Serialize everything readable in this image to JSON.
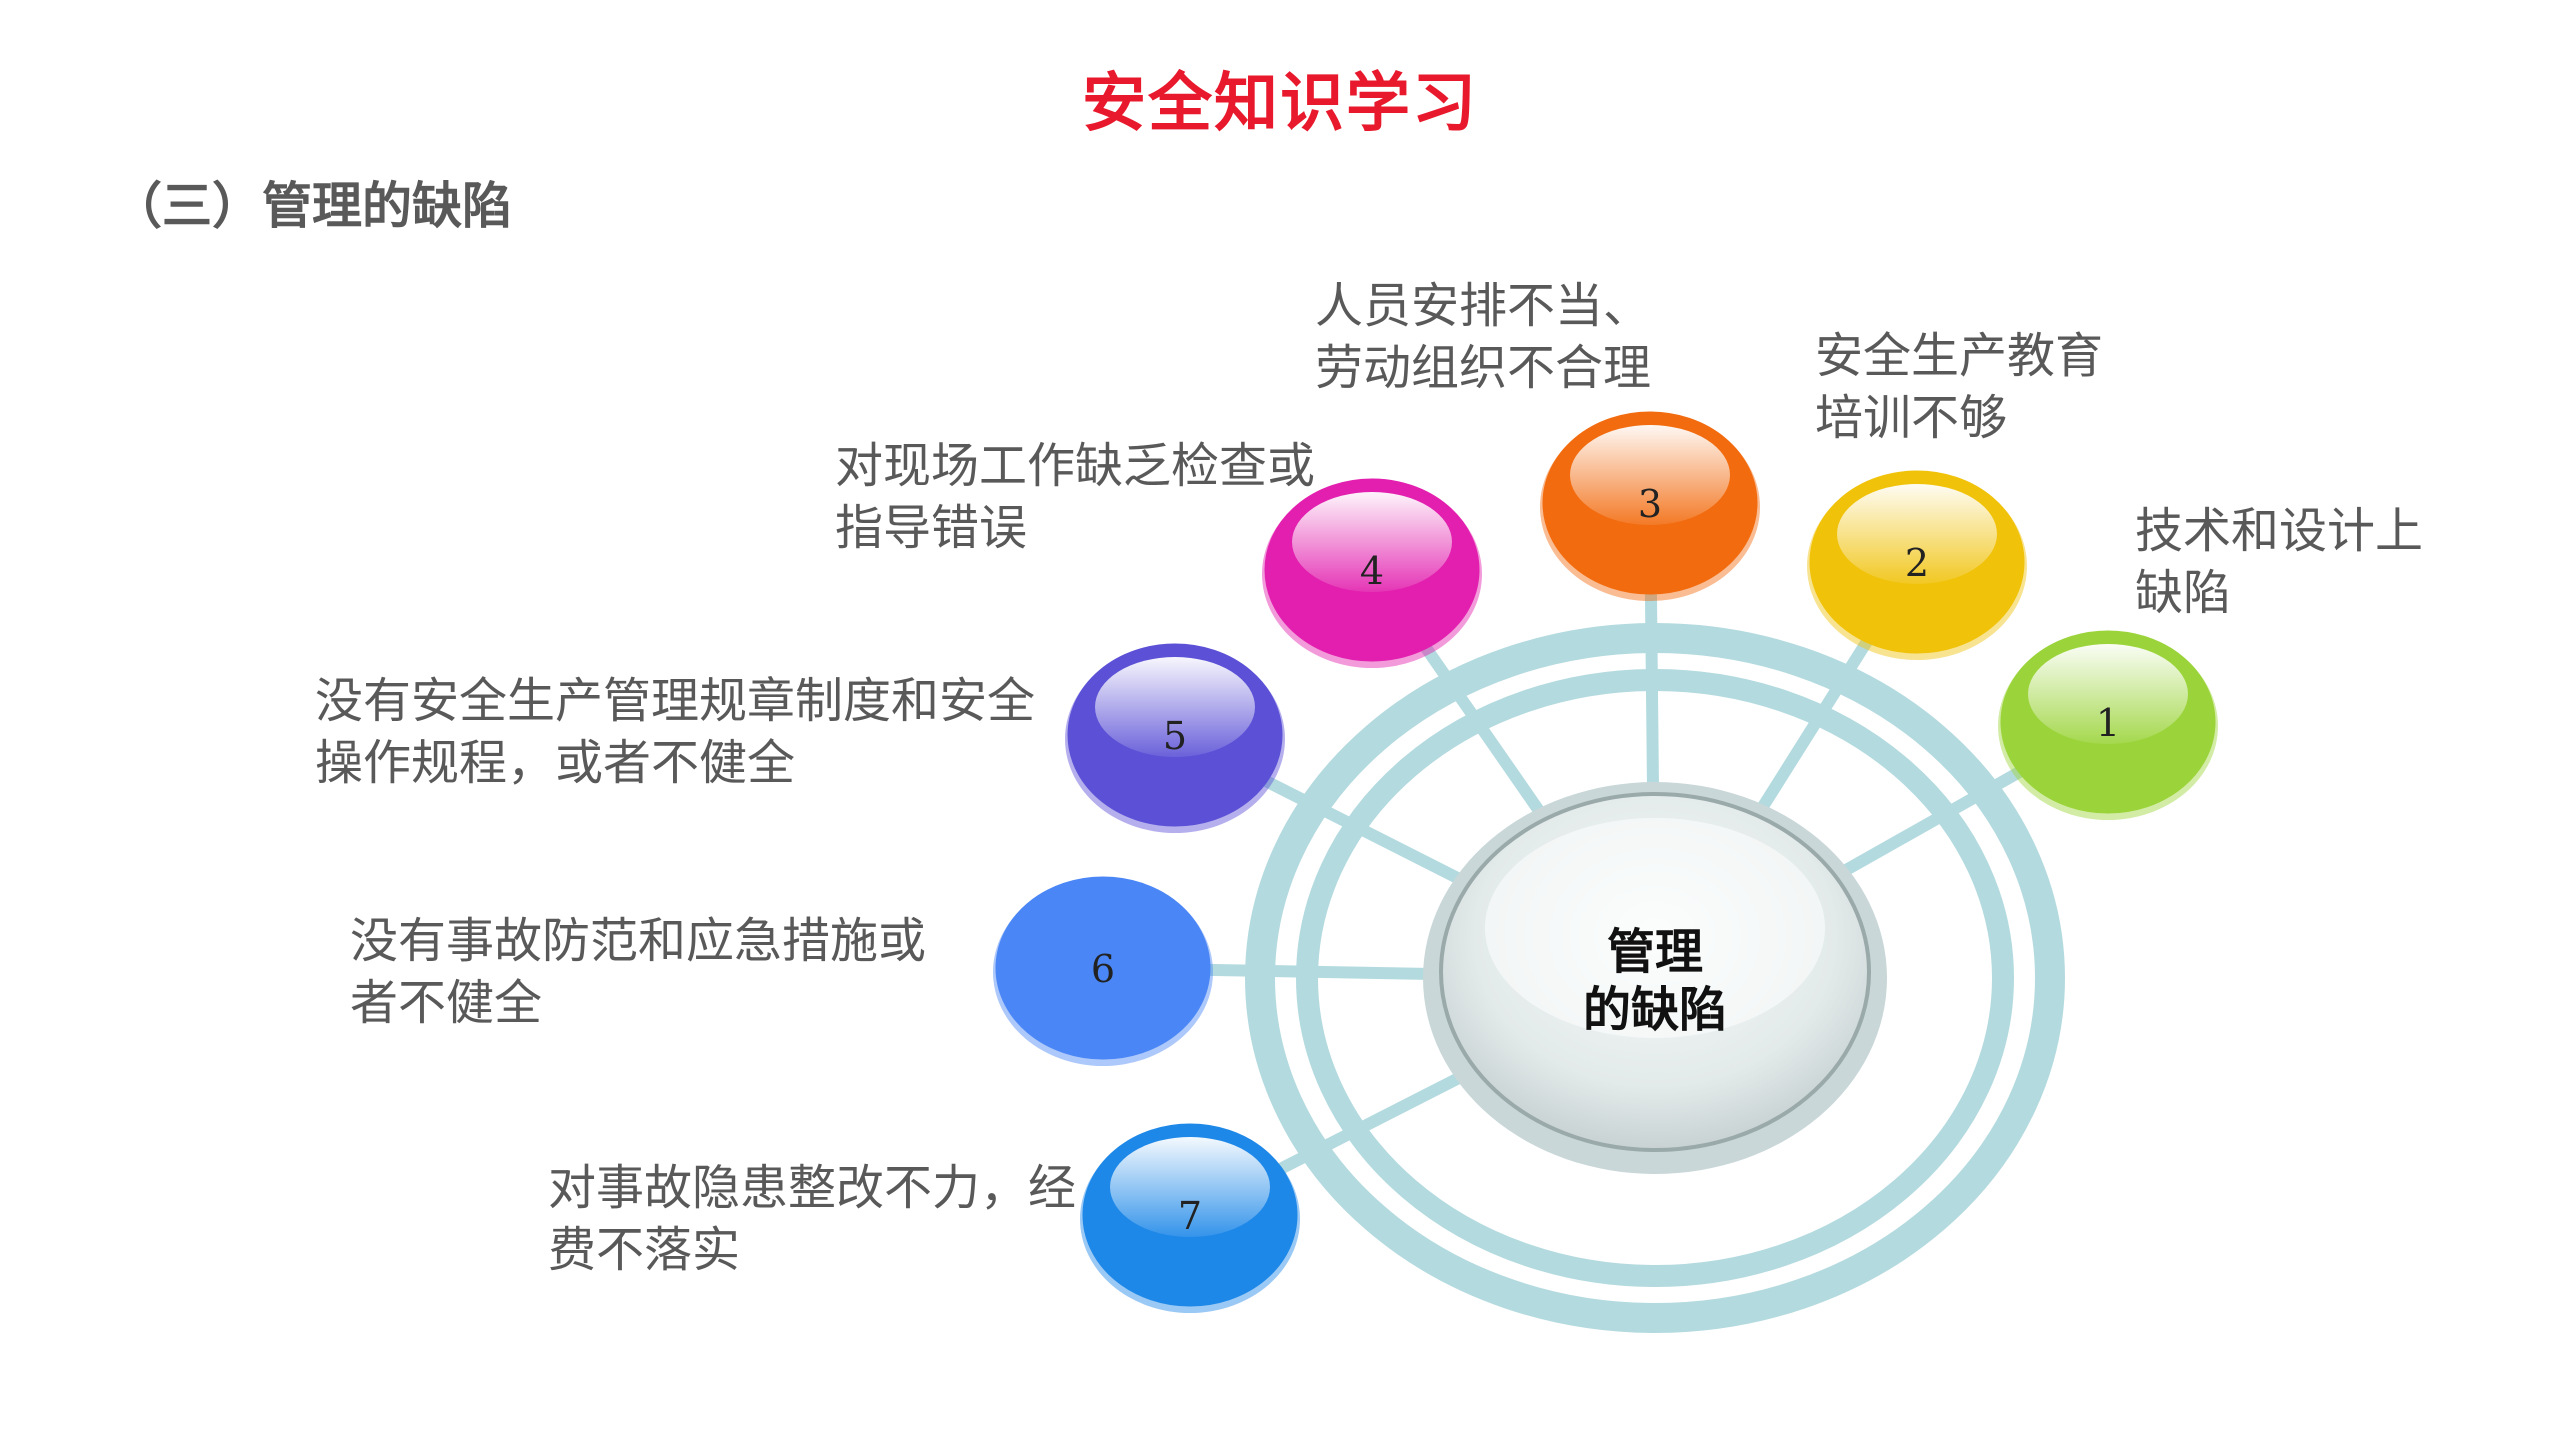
{
  "title": "安全知识学习",
  "heading": "（三）管理的缺陷",
  "colors": {
    "title": "#e8192c",
    "text": "#595959",
    "ring": "#b3dadf"
  },
  "center": {
    "line1": "管理",
    "line2": "的缺陷"
  },
  "nodes": [
    {
      "number": "1",
      "color": "#9bd43a",
      "lines": [
        "技术和设计上",
        "缺陷"
      ]
    },
    {
      "number": "2",
      "color": "#f0c20a",
      "lines": [
        "安全生产教育",
        "培训不够"
      ]
    },
    {
      "number": "3",
      "color": "#f26b0f",
      "lines": [
        "人员安排不当、",
        "劳动组织不合理"
      ]
    },
    {
      "number": "4",
      "color": "#e21fae",
      "lines": [
        "对现场工作缺乏检查或",
        "指导错误"
      ]
    },
    {
      "number": "5",
      "color": "#5b50d6",
      "lines": [
        "没有安全生产管理规章制度和安全",
        "操作规程，或者不健全"
      ]
    },
    {
      "number": "6",
      "color": "#4a86f5",
      "lines": [
        "没有事故防范和应急措施或",
        "者不健全"
      ]
    },
    {
      "number": "7",
      "color": "#1e88e8",
      "lines": [
        "对事故隐患整改不力，经",
        "费不落实"
      ]
    }
  ]
}
